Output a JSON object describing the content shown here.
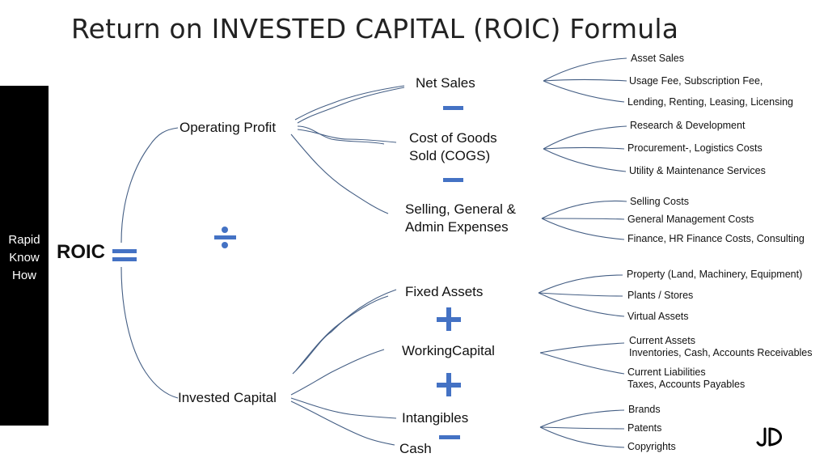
{
  "title": "Return on INVESTED CAPITAL (ROIC) Formula",
  "side_label": [
    "Rapid",
    "Know",
    "How"
  ],
  "root": "ROIC",
  "operating_profit": {
    "label": "Operating Profit",
    "net_sales": {
      "label": "Net Sales",
      "items": [
        "Asset Sales",
        "Usage Fee, Subscription Fee,",
        "Lending, Renting, Leasing, Licensing"
      ]
    },
    "cogs": {
      "label_line1": "Cost of Goods",
      "label_line2": "Sold (COGS)",
      "items": [
        "Research & Development",
        "Procurement-, Logistics Costs",
        "Utility & Maintenance Services"
      ]
    },
    "sga": {
      "label_line1": "Selling, General &",
      "label_line2": "Admin Expenses",
      "items": [
        "Selling Costs",
        "General Management Costs",
        "Finance, HR Finance Costs, Consulting"
      ]
    }
  },
  "invested_capital": {
    "label": "Invested Capital",
    "fixed_assets": {
      "label": "Fixed Assets",
      "items": [
        "Property (Land, Machinery, Equipment)",
        "Plants / Stores",
        "Virtual Assets"
      ]
    },
    "working_capital": {
      "label": "WorkingCapital",
      "items": [
        {
          "line1": "Current Assets",
          "line2": "Inventories, Cash, Accounts Receivables"
        },
        {
          "line1": "Current Liabilities",
          "line2": "Taxes, Accounts Payables"
        }
      ]
    },
    "intangibles": {
      "label": "Intangibles",
      "items": [
        "Brands",
        "Patents",
        "Copyrights"
      ]
    },
    "cash": {
      "label": "Cash"
    }
  },
  "signature": "JD",
  "colors": {
    "operator": "#4472c4",
    "connector": "#445e84",
    "sidebar": "#000000",
    "text": "#111111"
  },
  "operators": {
    "root": "equals",
    "divide": "divide",
    "op1": "minus",
    "op2": "minus",
    "ic1": "plus",
    "ic2": "plus",
    "ic3": "minus"
  }
}
